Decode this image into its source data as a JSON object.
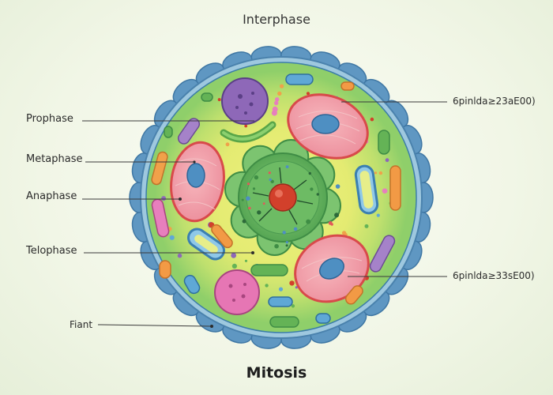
{
  "diagram": {
    "top_title": "Interphase",
    "bottom_title": "Mitosis",
    "labels": {
      "prophase": "Prophase",
      "metaphase": "Metaphase",
      "anaphase": "Anaphase",
      "telophase": "Telophase",
      "fiant": "Fiant",
      "right_upper": "6pinlda≥23aE00)",
      "right_lower": "6pinlda≥33sE00)"
    },
    "colors": {
      "outer_bumps": "#5f97c2",
      "membrane": "#9ec8df",
      "cytoplasm_outer": "#8fcf6a",
      "cytoplasm_inner": "#e6ec7a",
      "nucleus": "#5fae5a",
      "nucleolus": "#d2402b",
      "organelle_pink": "#ee9aa6",
      "organelle_purple": "#8e68b8",
      "organelle_orange": "#f2a04a"
    }
  }
}
